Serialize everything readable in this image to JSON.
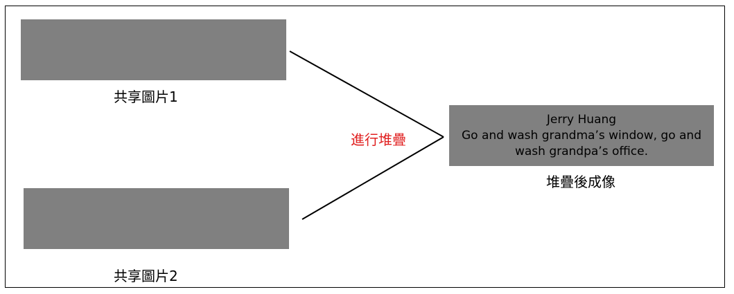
{
  "diagram": {
    "share_one": {
      "caption": "共享圖片1"
    },
    "share_two": {
      "caption": "共享圖片2"
    },
    "action": {
      "label": "進行堆疊",
      "color": "#e02020"
    },
    "result": {
      "caption": "堆疊後成像",
      "line1": "Jerry Huang",
      "line2": "Go and wash grandma’s window, go and wash grandpa’s office."
    },
    "colors": {
      "box_fill": "#808080",
      "line": "#000000",
      "frame": "#000000"
    }
  }
}
